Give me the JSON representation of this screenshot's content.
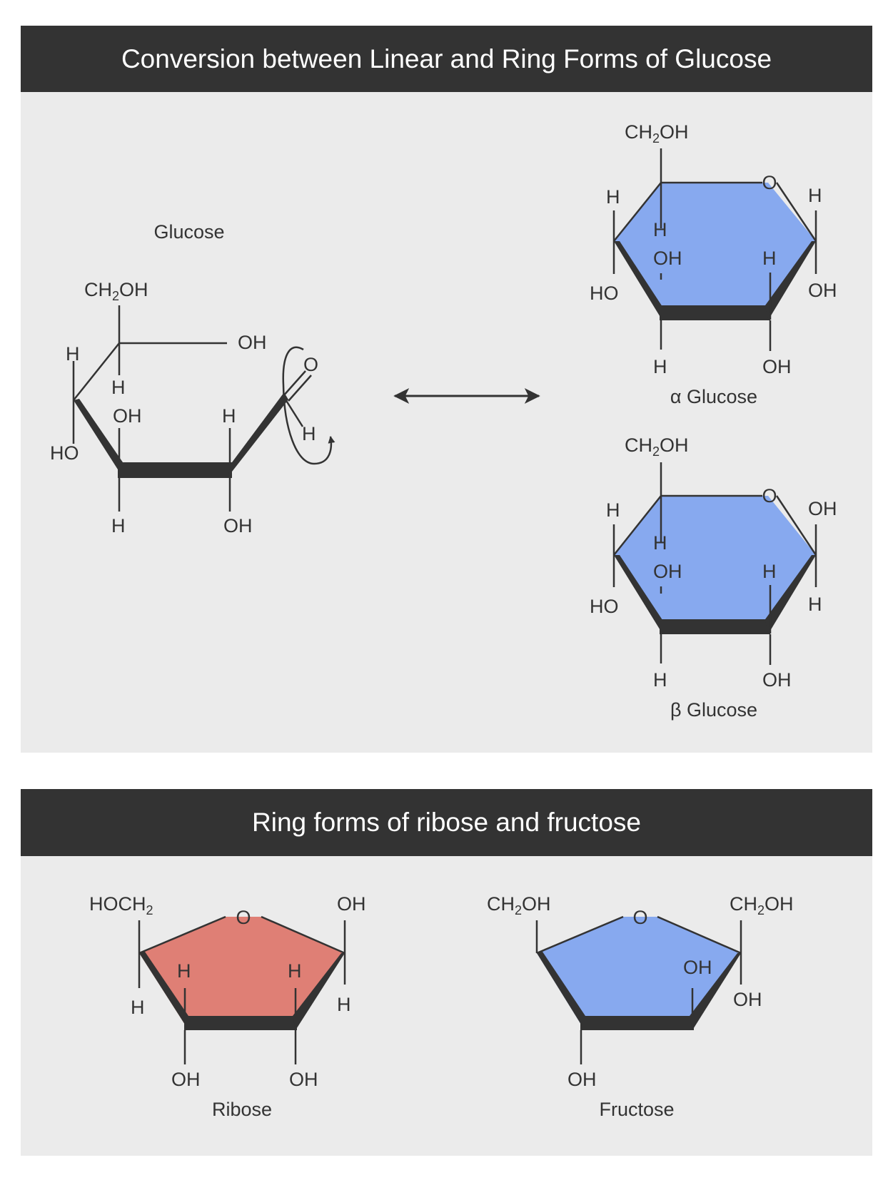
{
  "sections": [
    {
      "title": "Conversion between Linear and Ring Forms of Glucose"
    },
    {
      "title": "Ring forms of ribose and fructose"
    }
  ],
  "colors": {
    "banner": "#333333",
    "panel": "#ebebeb",
    "glucose_ring": "#87a9ef",
    "ribose_ring": "#df7f75",
    "fructose_ring": "#87a9ef",
    "bond": "#333333"
  },
  "icons": [
    "double-headed-arrow-icon",
    "curved-electron-arrow-icon"
  ],
  "linear_glucose": {
    "name": "Glucose",
    "ch2oh_main": "CH",
    "ch2oh_sub": "2",
    "ch2oh_tail": "OH",
    "h_left": "H",
    "ho_left": "HO",
    "h_c2_up": "H",
    "oh_c2": "OH",
    "h_c2_down": "H",
    "oh_top": "OH",
    "h_c3": "H",
    "oh_c3": "OH",
    "o_carbonyl": "O",
    "h_carbonyl": "H"
  },
  "alpha_glucose": {
    "name": "α Glucose",
    "ch2oh_main": "CH",
    "ch2oh_sub": "2",
    "ch2oh_tail": "OH",
    "ring_o": "O",
    "h_c4": "H",
    "ho_c4": "HO",
    "h_c3": "H",
    "oh_c3": "OH",
    "h_c3_down": "H",
    "h_c2": "H",
    "oh_c2": "OH",
    "h_c1": "H",
    "oh_c1": "OH"
  },
  "beta_glucose": {
    "name": "β Glucose",
    "ch2oh_main": "CH",
    "ch2oh_sub": "2",
    "ch2oh_tail": "OH",
    "ring_o": "O",
    "h_c4": "H",
    "ho_c4": "HO",
    "h_c3": "H",
    "oh_c3": "OH",
    "h_c3_down": "H",
    "h_c2": "H",
    "oh_c2": "OH",
    "oh_c1": "OH",
    "h_c1": "H"
  },
  "ribose": {
    "name": "Ribose",
    "hoch2_main": "HOCH",
    "hoch2_sub": "2",
    "ring_o": "O",
    "h_c4": "H",
    "h_c3": "H",
    "oh_c3": "OH",
    "h_c2": "H",
    "oh_c2": "OH",
    "oh_c1": "OH",
    "h_c1": "H"
  },
  "fructose": {
    "name": "Fructose",
    "ch2oh_left_main": "CH",
    "ch2oh_left_sub": "2",
    "ch2oh_left_tail": "OH",
    "ring_o": "O",
    "oh_c4": "OH",
    "oh_c3": "OH",
    "ch2oh_right_main": "CH",
    "ch2oh_right_sub": "2",
    "ch2oh_right_tail": "OH",
    "oh_c2": "OH"
  }
}
